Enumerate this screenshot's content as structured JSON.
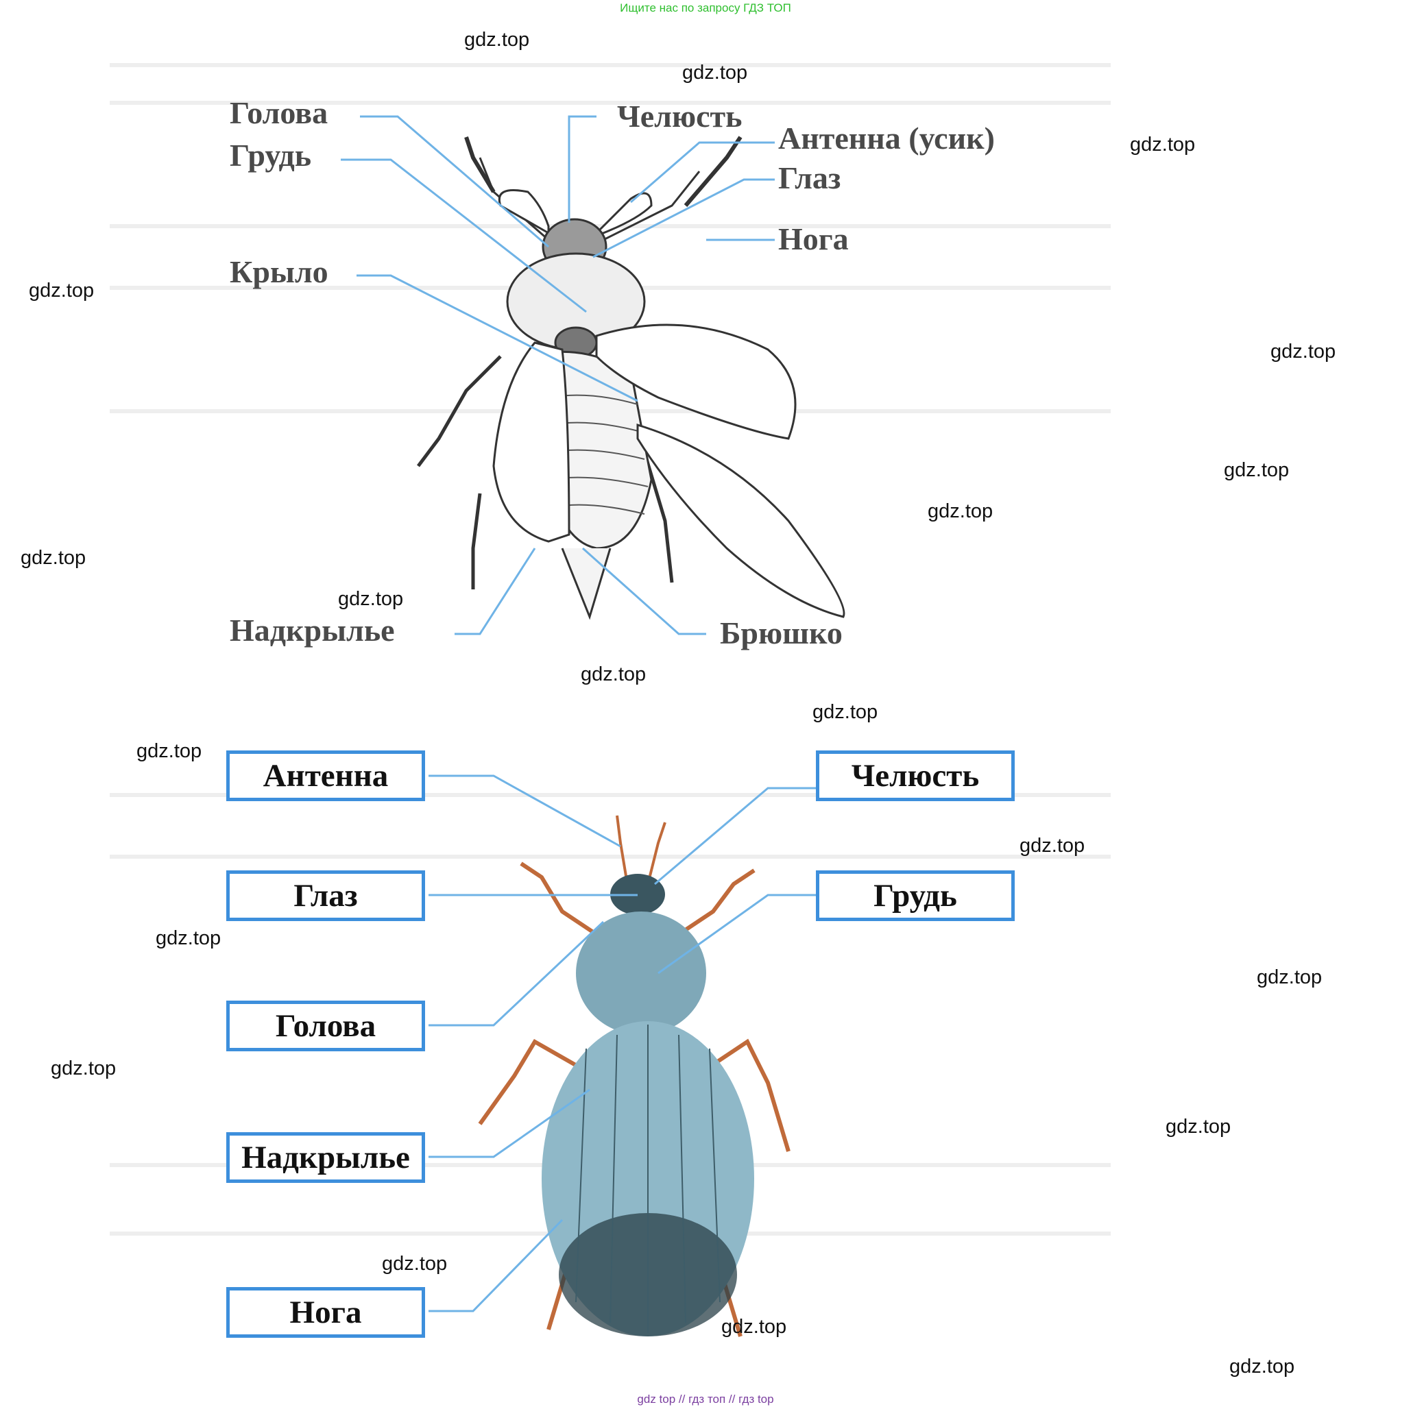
{
  "header_note": "Ищите нас по запросу ГДЗ ТОП",
  "footer_note": "gdz top // гдз топ // гдз top",
  "watermark": "gdz.top",
  "diagram_top": {
    "labels": {
      "head": "Голова",
      "chest": "Грудь",
      "wing": "Крыло",
      "elytron": "Надкрылье",
      "jaw": "Челюсть",
      "antenna": "Антенна (усик)",
      "eye": "Глаз",
      "leg": "Нога",
      "abdomen": "Брюшко"
    }
  },
  "diagram_bottom": {
    "labels": {
      "antenna": "Антенна",
      "eye": "Глаз",
      "head": "Голова",
      "elytron": "Надкрылье",
      "leg": "Нога",
      "jaw": "Челюсть",
      "chest": "Грудь"
    }
  },
  "colors": {
    "leader_line": "#6fb3e6",
    "box_border": "#3d8fdc",
    "beetle_body": "#8fb8c8"
  }
}
